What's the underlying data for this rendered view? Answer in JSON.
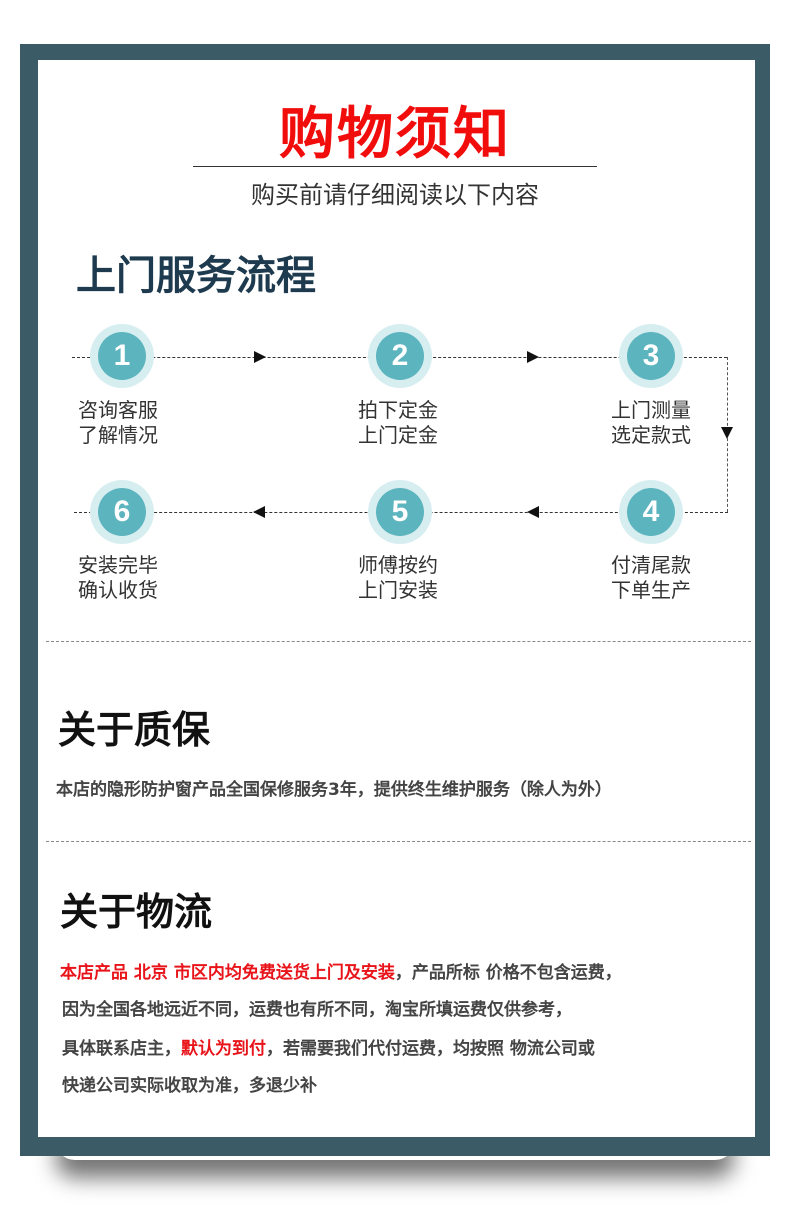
{
  "header": {
    "title": "购物须知",
    "subtitle": "购买前请仔细阅读以下内容"
  },
  "service_flow": {
    "heading": "上门服务流程",
    "steps": [
      {
        "number": "1",
        "line1": "咨询客服",
        "line2": "了解情况"
      },
      {
        "number": "2",
        "line1": "拍下定金",
        "line2": "上门定金"
      },
      {
        "number": "3",
        "line1": "上门测量",
        "line2": "选定款式"
      },
      {
        "number": "4",
        "line1": "付清尾款",
        "line2": "下单生产"
      },
      {
        "number": "5",
        "line1": "师傅按约",
        "line2": "上门安装"
      },
      {
        "number": "6",
        "line1": "安装完毕",
        "line2": "确认收货"
      }
    ]
  },
  "warranty": {
    "heading": "关于质保",
    "text": "本店的隐形防护窗产品全国保修服务3年，提供终生维护服务（除人为外）"
  },
  "logistics": {
    "heading": "关于物流",
    "line1_red": "本店产品 北京 市区内均免费送货上门及安装",
    "line1_rest": "，产品所标 价格不包含运费，",
    "line2": "因为全国各地远近不同，运费也有所不同，淘宝所填运费仅供参考，",
    "line3_pre": "具体联系店主，",
    "line3_red": "默认为到付",
    "line3_post": "，若需要我们代付运费，均按照 物流公司或",
    "line4": "快递公司实际收取为准，多退少补"
  },
  "colors": {
    "frame": "#3b5b66",
    "title_red": "#f20d0d",
    "heading_navy": "#1d3a4e",
    "step_teal": "#5cb4be",
    "step_halo": "#d7eef1",
    "highlight_red": "#e8141a"
  }
}
